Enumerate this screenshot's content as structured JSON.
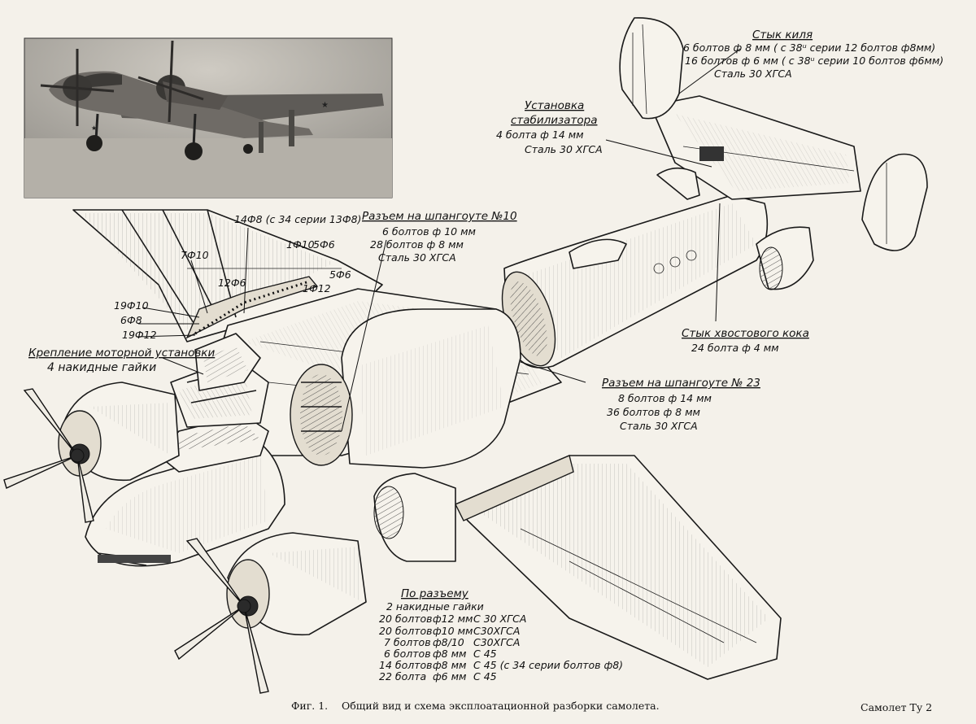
{
  "photo": {
    "alt": "Фото самолёта Ту-2"
  },
  "callouts": {
    "fin_joint": {
      "title": "Стык киля",
      "lines": [
        "6 болтов ф 8 мм ( с 38ᵘ серии 12 болтов ф8мм)",
        "16 болтов ф 6 мм ( с 38ᵘ серии 10 болтов ф6мм)",
        "Сталь 30 ХГСА"
      ]
    },
    "stabilizer": {
      "title": "Установка стабилизатора",
      "title_lines": [
        "Установка",
        "стабилизатора"
      ],
      "lines": [
        "4 болта ф 14 мм",
        "Сталь 30 ХГСА"
      ]
    },
    "frame10": {
      "title": "Разъем на шпангоуте №10",
      "lines": [
        "6 болтов ф 10 мм",
        "28 болтов ф 8 мм",
        "Сталь 30 ХГСА"
      ]
    },
    "wing_joint": {
      "labels": [
        "14Ф8 (с 34 серии 13Ф8)",
        "1Ф10",
        "5Ф6",
        "7Ф10",
        "5Ф6",
        "12Ф6",
        "1Ф12",
        "19Ф10",
        "6Ф8",
        "19Ф12"
      ]
    },
    "engine_mount": {
      "title": "Крепление моторной установки",
      "line": "4 накидные гайки"
    },
    "tail_cone": {
      "title": "Стык хвостового кока",
      "line": "24 болта ф 4 мм"
    },
    "frame23": {
      "title": "Разъем на шпангоуте № 23",
      "lines": [
        "8 болтов ф 14 мм",
        "36 болтов ф 8 мм",
        "Сталь 30 ХГСА"
      ]
    },
    "split": {
      "title": "По разъему",
      "line0": "2 накидные гайки",
      "rows": [
        {
          "qty": "20 болтов",
          "dia": "ф12 мм",
          "mat": "С 30 ХГСА"
        },
        {
          "qty": "20 болтов",
          "dia": "ф10 мм",
          "mat": "С30ХГСА"
        },
        {
          "qty": "7 болтов",
          "dia": "ф8/10",
          "mat": "С30ХГСА"
        },
        {
          "qty": "6 болтов",
          "dia": "ф8 мм",
          "mat": "С 45"
        },
        {
          "qty": "14 болтов",
          "dia": "ф8 мм",
          "mat": "С 45 (с 34 серии болтов ф8)"
        },
        {
          "qty": "22 болта",
          "dia": "ф6 мм",
          "mat": "С 45"
        }
      ]
    }
  },
  "caption": {
    "figure": "Фиг. 1.",
    "text": "Общий вид и схема эксплоатационной разборки самолета.",
    "page_label": "Самолет Ту 2"
  }
}
